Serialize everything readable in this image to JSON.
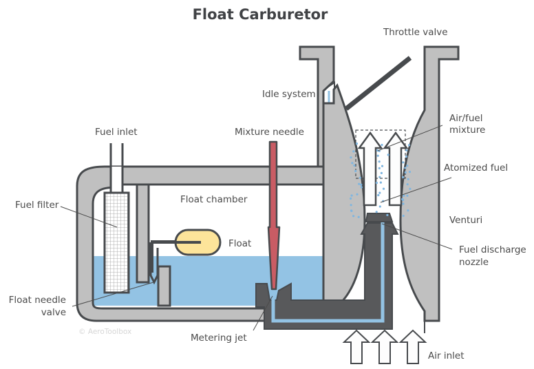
{
  "title": "Float Carburetor",
  "watermark": "© AeroToolbox",
  "labels": {
    "throttle_valve": "Throttle valve",
    "idle_system": "Idle system",
    "fuel_inlet": "Fuel inlet",
    "mixture_needle": "Mixture needle",
    "air_fuel_mixture_1": "Air/fuel",
    "air_fuel_mixture_2": "mixture",
    "atomized_fuel": "Atomized fuel",
    "fuel_filter": "Fuel filter",
    "float_chamber": "Float chamber",
    "venturi": "Venturi",
    "float": "Float",
    "fuel_discharge_nozzle_1": "Fuel discharge",
    "fuel_discharge_nozzle_2": "nozzle",
    "float_needle_valve_1": "Float needle",
    "float_needle_valve_2": "valve",
    "metering_jet": "Metering jet",
    "air_inlet": "Air inlet"
  },
  "colors": {
    "body_gray": "#c0c0c0",
    "outline": "#474a4d",
    "dark_fill": "#58595b",
    "fuel_blue": "#93c3e4",
    "needle_red": "#c95c64",
    "float_yellow": "#fde49a",
    "droplet_blue": "#7fb6e0"
  }
}
